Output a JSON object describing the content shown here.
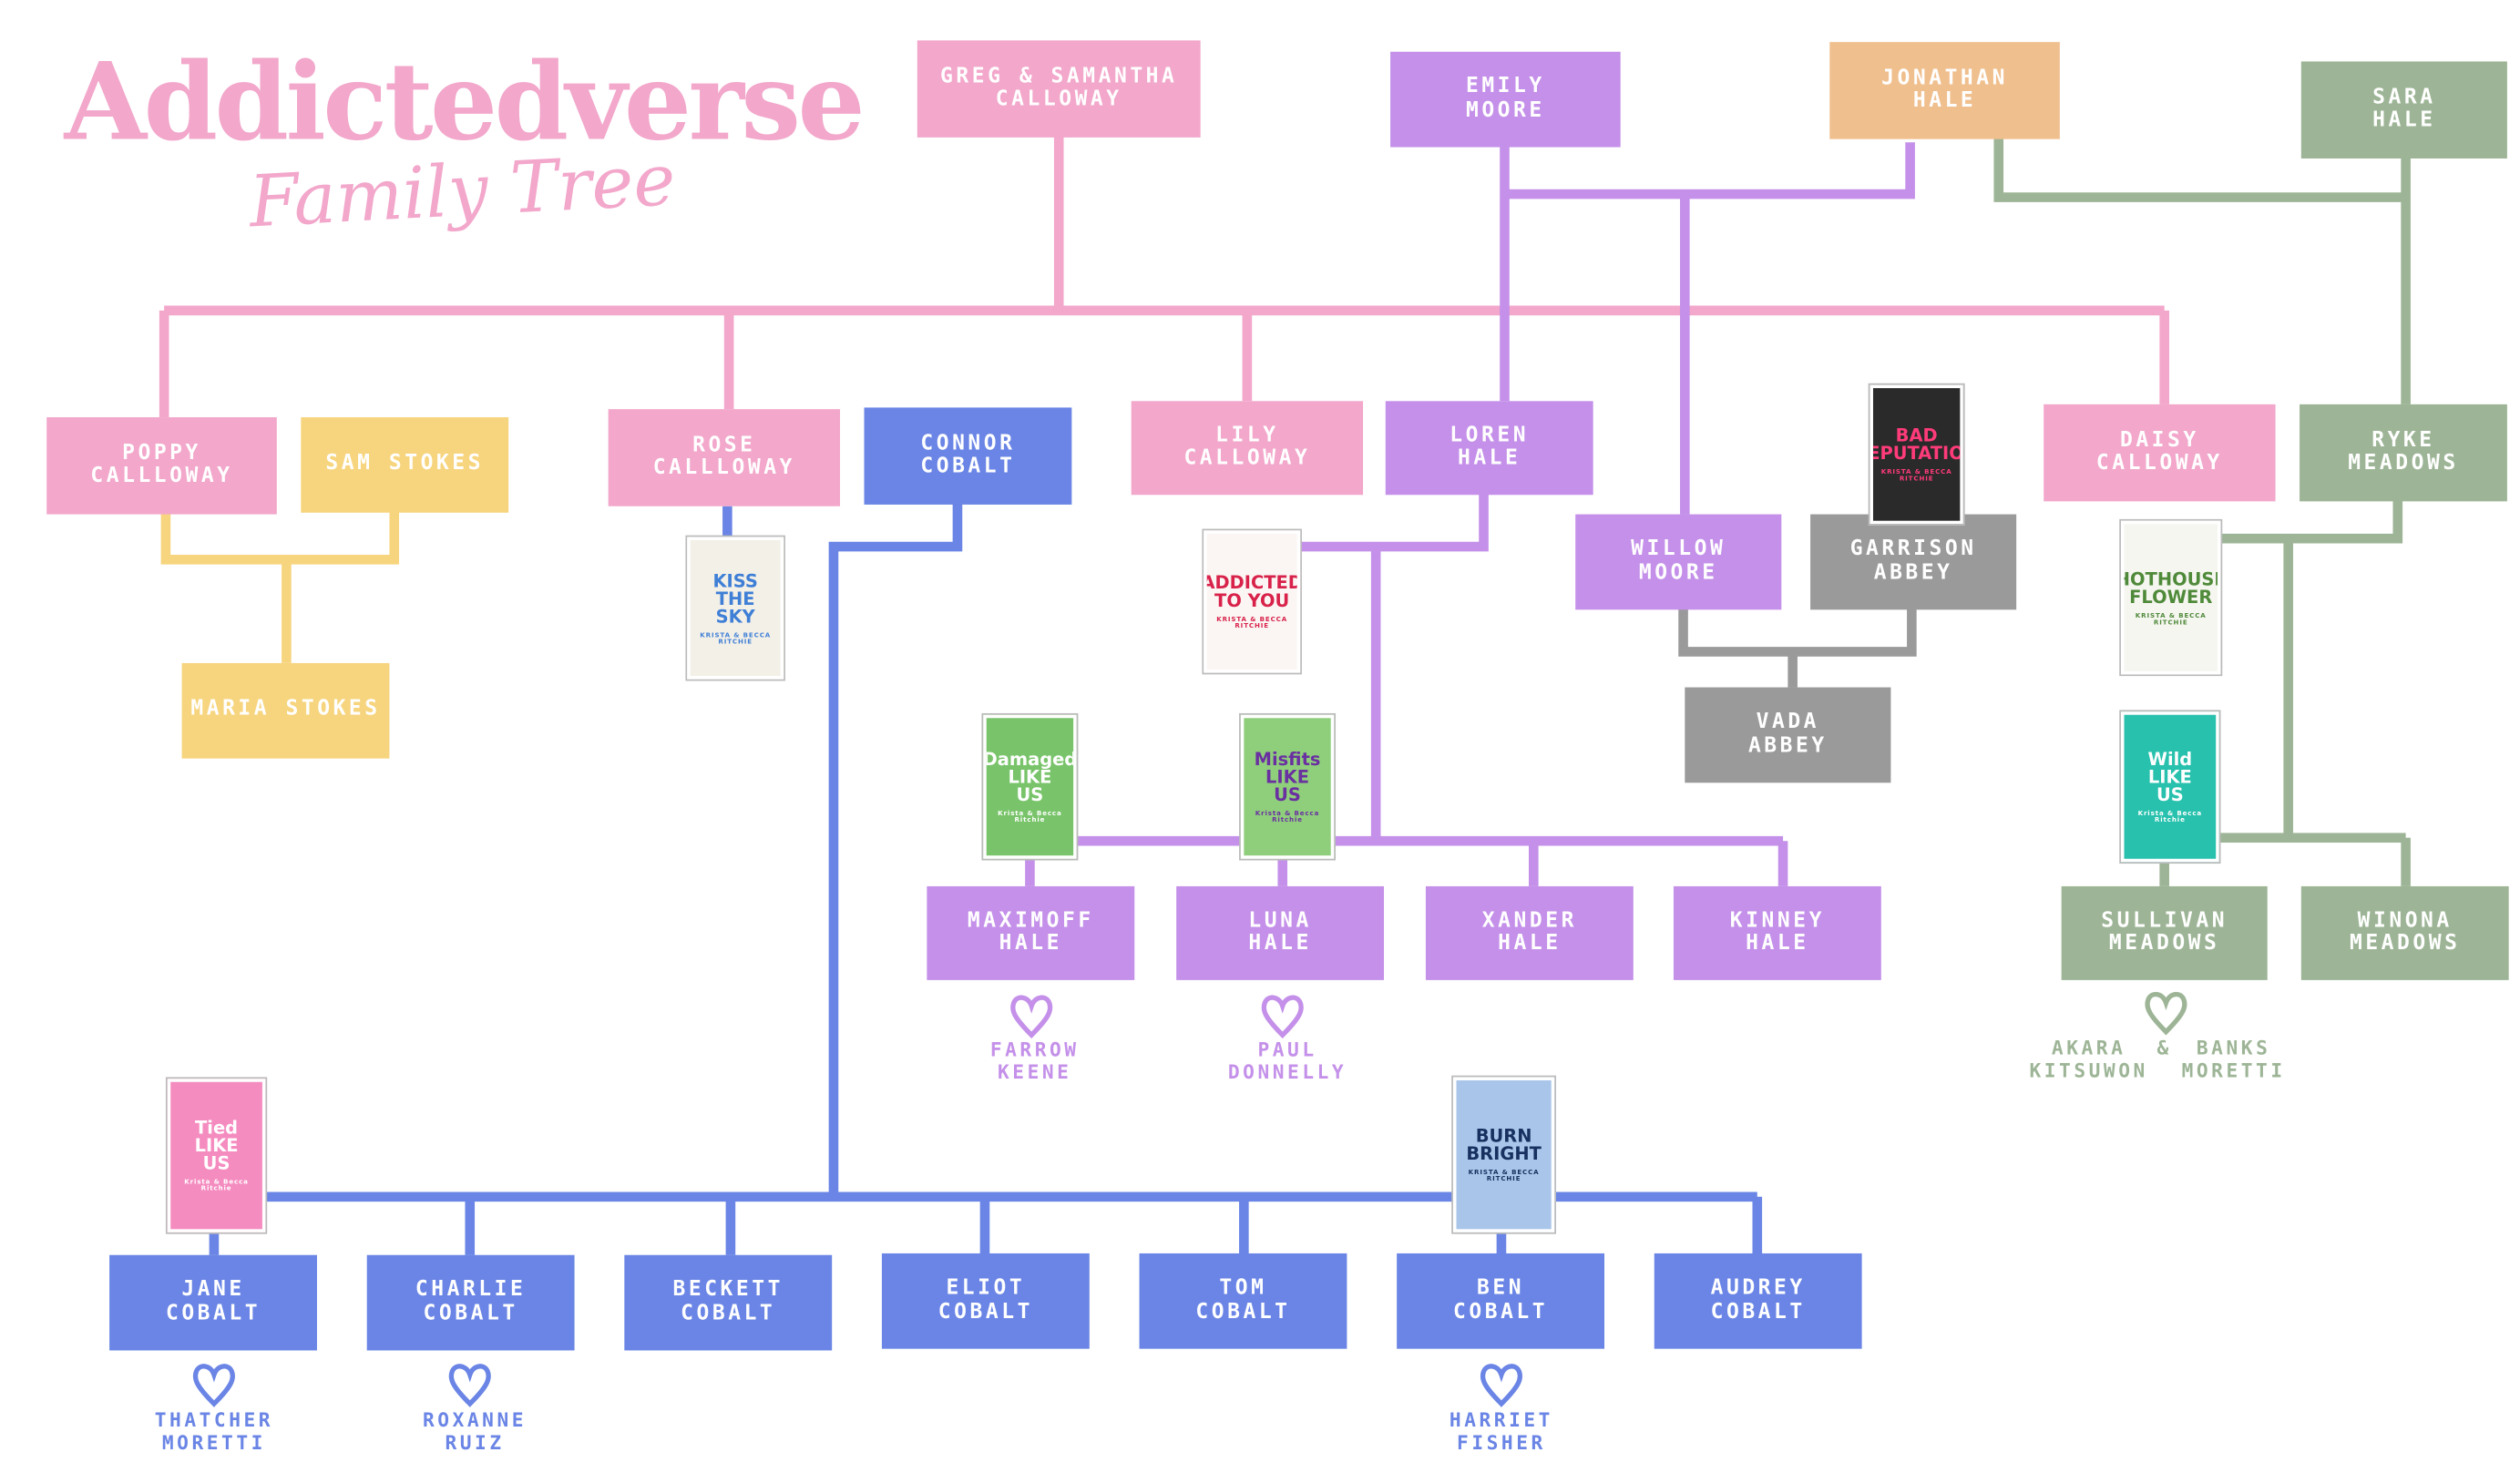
{
  "title": "Addictedverse",
  "subtitle": "Family Tree",
  "colors": {
    "calloway": "#f2a7cb",
    "moore_hale": "#c490e9",
    "jonathan": "#f0bf8e",
    "meadows": "#9db596",
    "stokes": "#f7d57f",
    "cobalt": "#6a85e5",
    "abbey": "#9a9a9a"
  },
  "people": {
    "greg_samantha": "Greg & Samantha\nCalloway",
    "emily": "Emily\nMoore",
    "jonathan": "Jonathan\nHale",
    "sara": "Sara\nHale",
    "poppy": "Poppy\nCallloway",
    "sam": "Sam Stokes",
    "maria": "Maria Stokes",
    "rose": "Rose\nCallloway",
    "connor": "Connor\nCobalt",
    "lily": "Lily\nCalloway",
    "loren": "Loren\nHale",
    "willow": "Willow\nMoore",
    "garrison": "Garrison\nAbbey",
    "vada": "Vada\nAbbey",
    "daisy": "Daisy\nCalloway",
    "ryke": "Ryke\nMeadows",
    "maximoff": "Maximoff\nHale",
    "luna": "Luna\nHale",
    "xander": "Xander\nHale",
    "kinney": "Kinney\nHale",
    "sullivan": "Sullivan\nMeadows",
    "winona": "Winona\nMeadows",
    "jane": "Jane\nCobalt",
    "charlie": "Charlie\nCobalt",
    "beckett": "Beckett\nCobalt",
    "eliot": "Eliot\nCobalt",
    "tom": "Tom\nCobalt",
    "ben": "Ben\nCobalt",
    "audrey": "Audrey\nCobalt"
  },
  "partners": {
    "maximoff": "Farrow\nKeene",
    "luna": "Paul\nDonnelly",
    "sullivan_left": "Akara\nKitsuwon",
    "sullivan_amp": "&",
    "sullivan_right": "Banks\nMoretti",
    "jane": "Thatcher\nMoretti",
    "charlie": "Roxanne\nRuiz",
    "ben": "Harriet\nFisher"
  },
  "books": {
    "kiss_the_sky": {
      "title": "KISS\nTHE\nSKY",
      "author": "KRISTA & BECCA RITCHIE",
      "bg": "#f3f0e8",
      "fg": "#3f7fd6"
    },
    "addicted_to_you": {
      "title": "ADDICTED\nTO YOU",
      "author": "KRISTA & BECCA RITCHIE",
      "bg": "#fbf6f4",
      "fg": "#d8224a"
    },
    "bad_reputation": {
      "title": "BAD\nREPUTATION",
      "author": "KRISTA & BECCA RITCHIE",
      "bg": "#2a2a2a",
      "fg": "#ff3b7a"
    },
    "hothouse_flower": {
      "title": "HOTHOUSE\nFLOWER",
      "author": "KRISTA & BECCA RITCHIE",
      "bg": "#f6f6f0",
      "fg": "#4f8a3a"
    },
    "damaged_like_us": {
      "title": "Damaged\nLIKE\nUS",
      "author": "Krista & Becca Ritchie",
      "bg": "#79c46a",
      "fg": "#ffffff"
    },
    "misfits_like_us": {
      "title": "Misfits\nLIKE\nUS",
      "author": "Krista & Becca Ritchie",
      "bg": "#8fcf7c",
      "fg": "#6a2fa0"
    },
    "wild_like_us": {
      "title": "Wild\nLIKE\nUS",
      "author": "Krista & Becca Ritchie",
      "bg": "#27c1ad",
      "fg": "#ffffff"
    },
    "fuel_like_us": {
      "title": "Tied\nLIKE\nUS",
      "author": "Krista & Becca Ritchie",
      "bg": "#f58cc0",
      "fg": "#ffffff"
    },
    "burn_bright": {
      "title": "BURN\nBRIGHT",
      "author": "KRISTA & BECCA RITCHIE",
      "bg": "#a9c6ea",
      "fg": "#17305f"
    }
  }
}
